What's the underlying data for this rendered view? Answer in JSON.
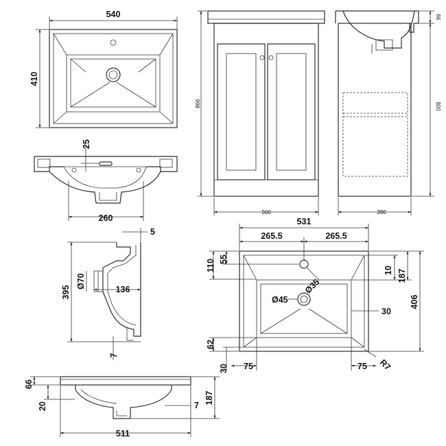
{
  "dimensions": {
    "top_width": "540",
    "top_depth": "410",
    "cab_height": "866",
    "cab_width": "500",
    "side_height": "800",
    "side_top": "66",
    "side_depth": "390",
    "front_overflow": "25",
    "front_width": "260",
    "sec_top": "5",
    "sec_height": "395",
    "sec_waste": "Ø70",
    "sec_depth": "136",
    "sec_bottom": "7",
    "plan_width": "531",
    "plan_half_left": "265.5",
    "plan_half_right": "265.5",
    "plan_110": "110",
    "plan_55": "55",
    "plan_tap": "Ø35",
    "plan_waste": "Ø45",
    "plan_10": "10",
    "plan_187": "187",
    "plan_406": "406",
    "plan_30r": "30",
    "plan_62": "62",
    "plan_30l": "30",
    "plan_75l": "75",
    "plan_75r": "75",
    "plan_radius": "R7",
    "elev_66": "66",
    "elev_20": "20",
    "elev_7": "7",
    "elev_187": "187",
    "elev_511": "511"
  }
}
